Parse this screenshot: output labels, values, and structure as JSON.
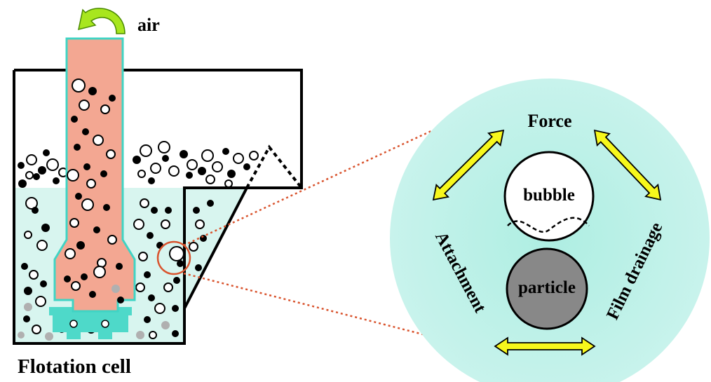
{
  "labels": {
    "air": "air",
    "cell_caption": "Flotation cell",
    "force": "Force",
    "attachment": "Attachment",
    "film_drainage": "Film drainage",
    "bubble": "bubble",
    "particle": "particle"
  },
  "colors": {
    "liquid": "#d8f5ef",
    "rotor_stator": "#4ed9c9",
    "shaft": "#f3a792",
    "shaft_outline": "#40d4c4",
    "air_arrow": "#a8e61e",
    "zoom_circle": "#bdf0e8",
    "double_arrows": "#f7f71c",
    "particle_fill": "#888888",
    "hydrophobic_particle": "#000000",
    "hydrophilic_particle": "#b0b0b0",
    "connector_lines": "#d9542e"
  }
}
